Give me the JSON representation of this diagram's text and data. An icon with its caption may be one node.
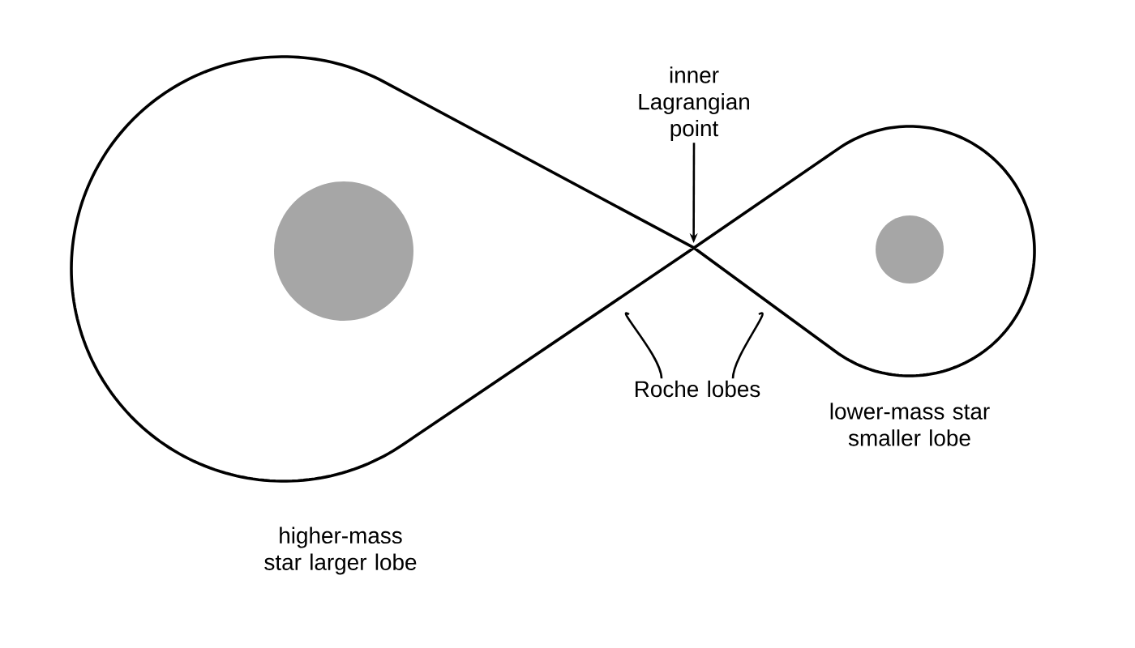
{
  "diagram": {
    "nodes": [
      {
        "text": [],
        "shape": "lobe"
      },
      {
        "text": [],
        "shape": "circle",
        "in": 0
      },
      {
        "text": [],
        "shape": "lobe"
      },
      {
        "text": [],
        "shape": "circle",
        "in": 2
      },
      {
        "text": [
          "inner Lagrangian point"
        ]
      },
      {
        "text": [
          "Roche lobes"
        ]
      }
    ],
    "edges": [
      {
        "from": 4,
        "to": 2,
        "arrow": "to"
      },
      {
        "from": 5,
        "to": 0,
        "arrow": "none"
      },
      {
        "from": 5,
        "to": 2,
        "arrow": "none"
      }
    ],
    "labels": [
      "higher-mass star larger lobe",
      "lower-mass star smaller lobe"
    ]
  }
}
